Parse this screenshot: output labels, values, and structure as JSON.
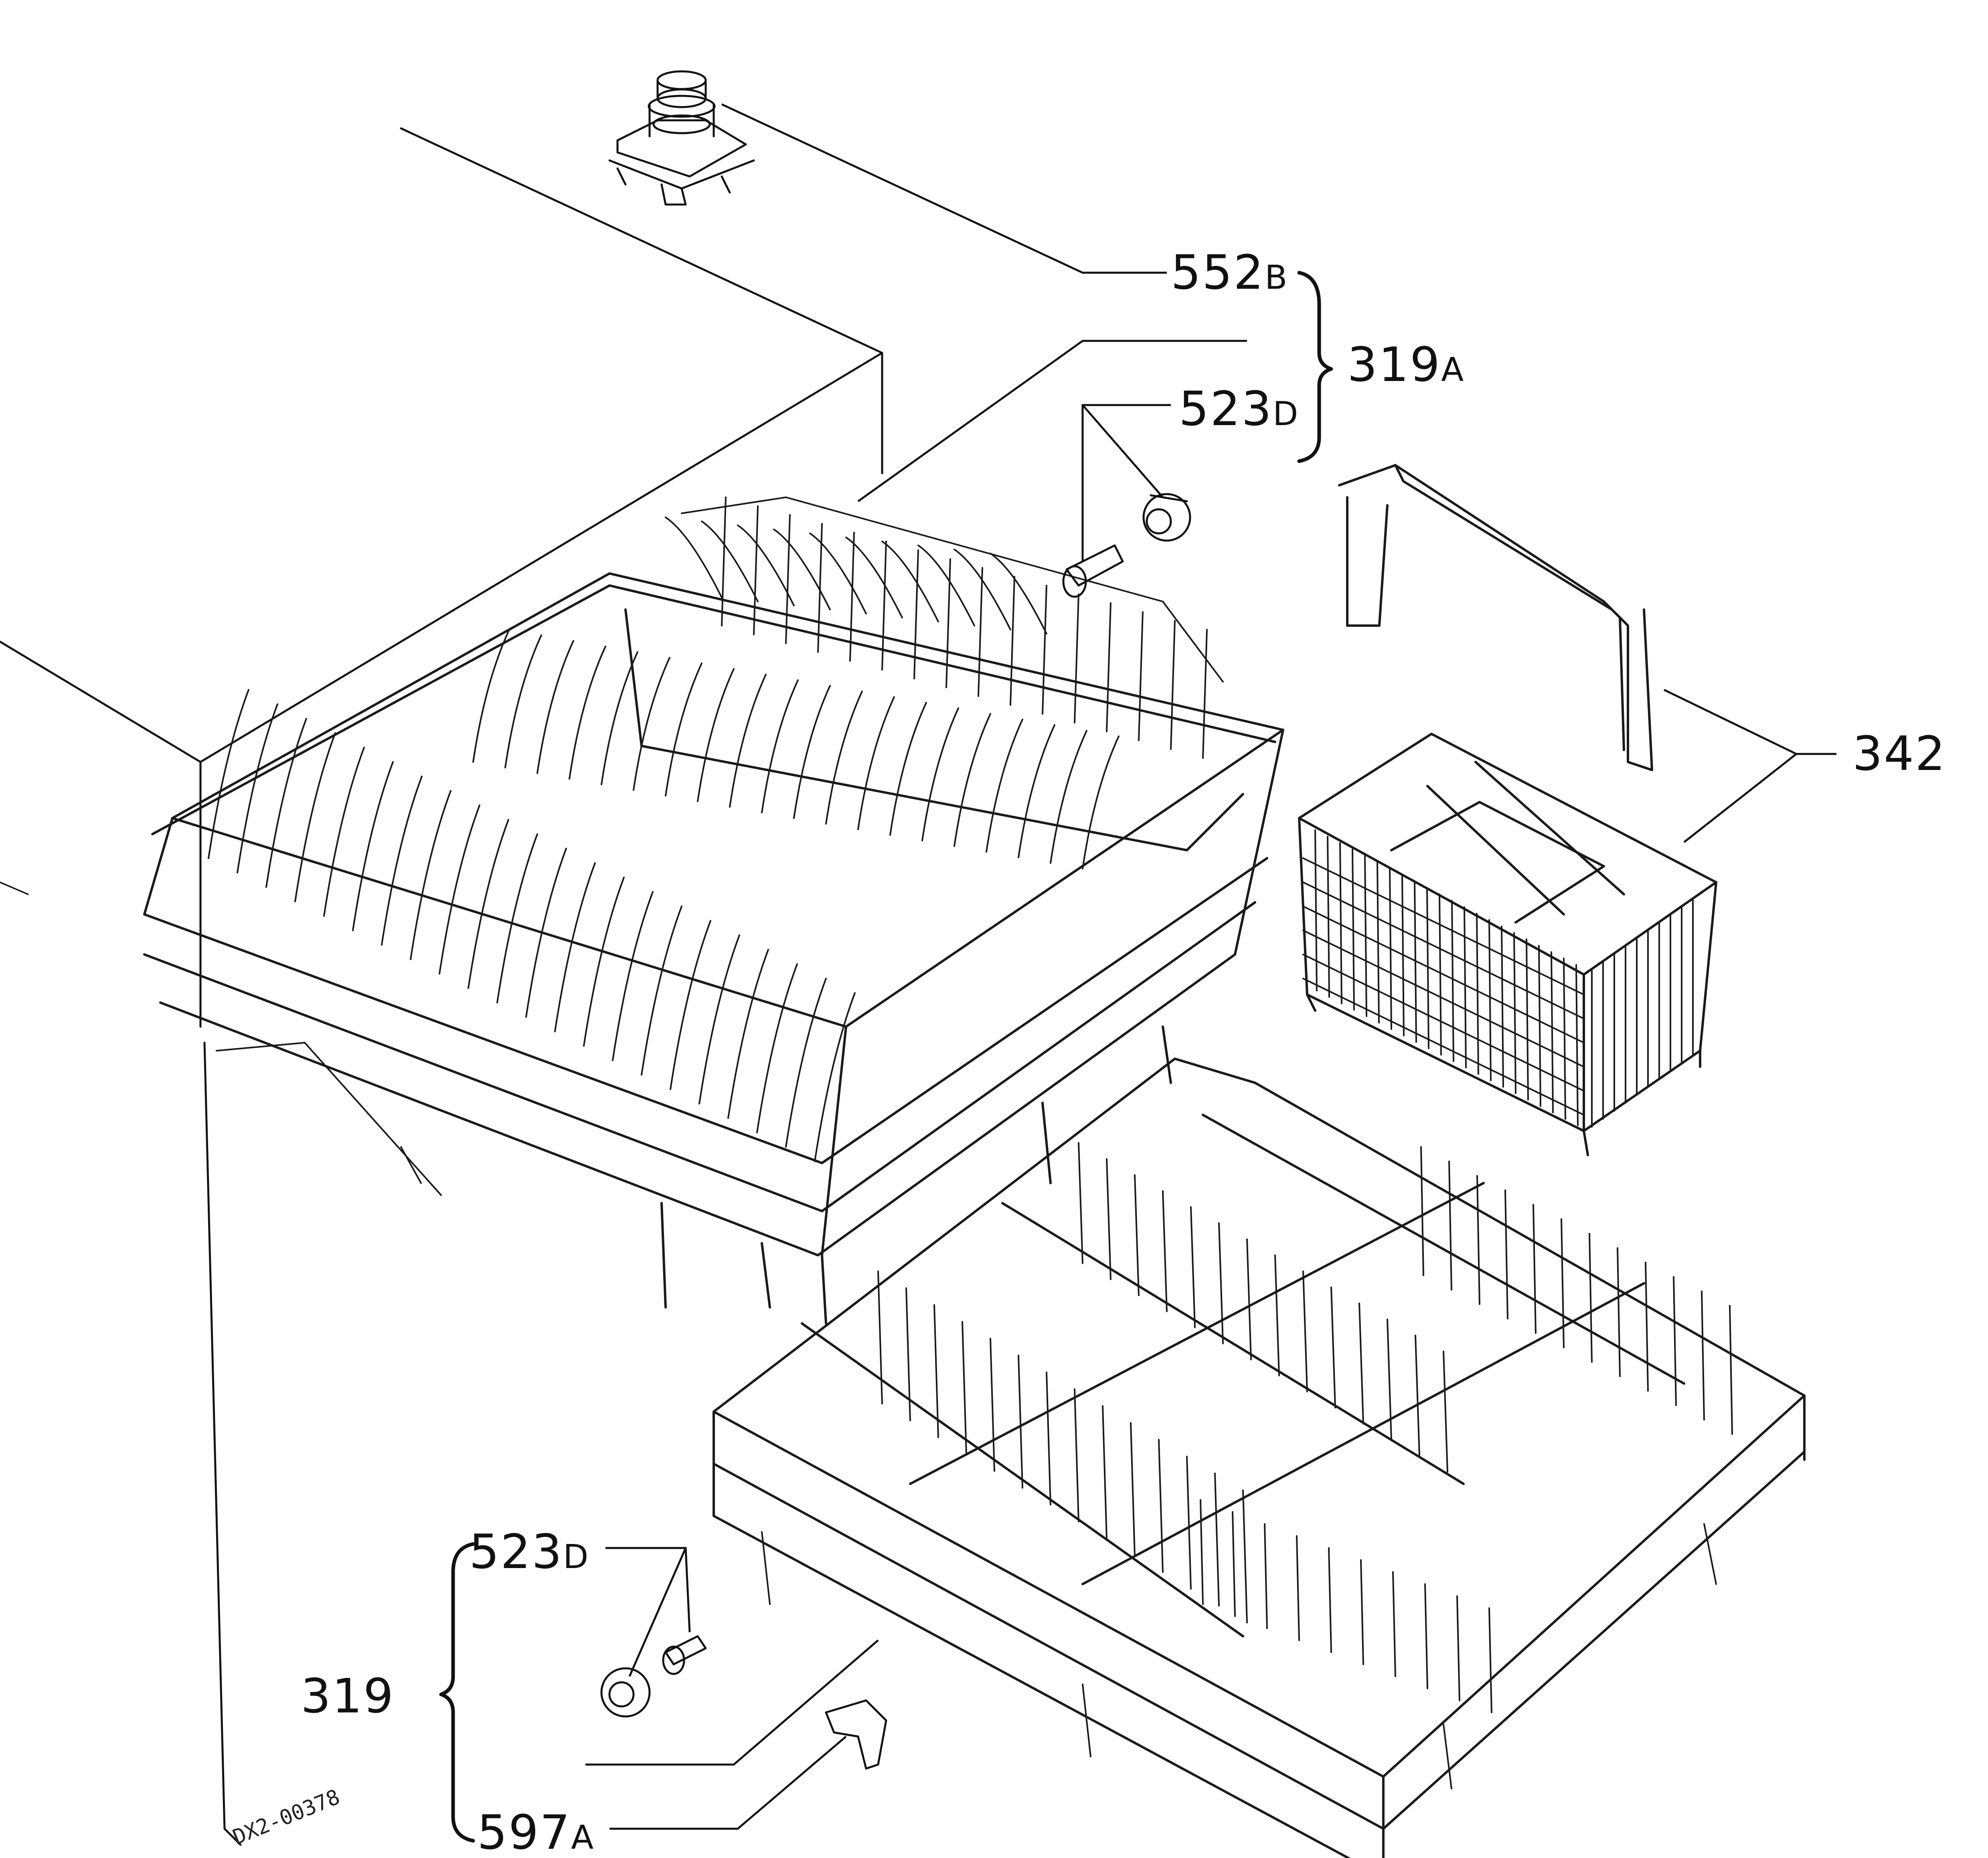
{
  "labels": {
    "l552b_num": "552",
    "l552b_suf": "B",
    "l319a_num": "319",
    "l319a_suf": "A",
    "l523d_top_num": "523",
    "l523d_top_suf": "D",
    "l342": "342",
    "l523d_bot_num": "523",
    "l523d_bot_suf": "D",
    "l319": "319",
    "l597a_num": "597",
    "l597a_suf": "A"
  },
  "drawing_code": "DX2-00378"
}
